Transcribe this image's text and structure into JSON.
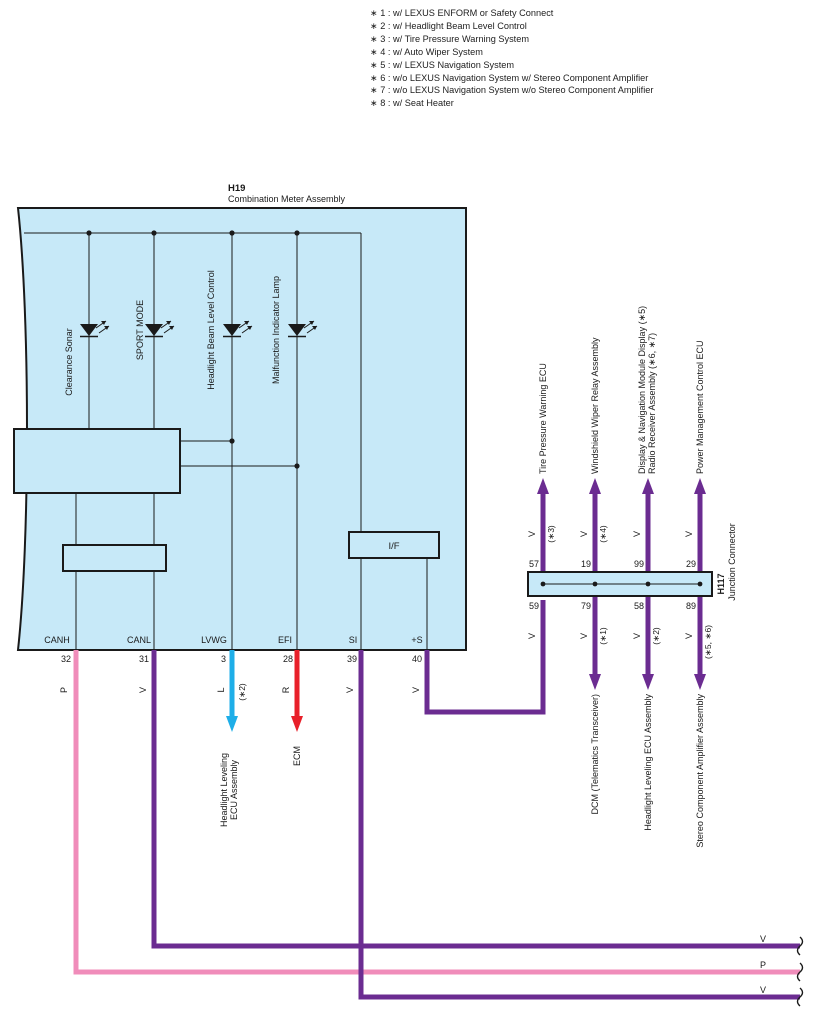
{
  "notes": [
    "∗ 1 : w/ LEXUS ENFORM or Safety Connect",
    "∗ 2 : w/ Headlight Beam Level Control",
    "∗ 3 : w/ Tire Pressure Warning System",
    "∗ 4 : w/ Auto Wiper System",
    "∗ 5 : w/ LEXUS Navigation System",
    "∗ 6 : w/o LEXUS Navigation System w/ Stereo Component Amplifier",
    "∗ 7 : w/o LEXUS Navigation System w/o Stereo Component Amplifier",
    "∗ 8 : w/ Seat Heater"
  ],
  "meter": {
    "id": "H19",
    "name": "Combination Meter Assembly",
    "indicators": [
      "Clearance Sonar",
      "SPORT MODE",
      "Headlight Beam Level Control",
      "Malfunction Indicator Lamp"
    ],
    "if_label": "I/F",
    "pins": [
      {
        "name": "CANH",
        "num": "32",
        "color_code": "P"
      },
      {
        "name": "CANL",
        "num": "31",
        "color_code": "V"
      },
      {
        "name": "LVWG",
        "num": "3",
        "color_code": "L",
        "note": "(∗2)"
      },
      {
        "name": "EFI",
        "num": "28",
        "color_code": "R"
      },
      {
        "name": "SI",
        "num": "39",
        "color_code": "V"
      },
      {
        "name": "+S",
        "num": "40",
        "color_code": "V"
      }
    ]
  },
  "destinations": {
    "lvwg": "Headlight Leveling ECU Assembly",
    "efi": "ECM"
  },
  "junction": {
    "id": "H117",
    "name": "Junction Connector",
    "top": [
      {
        "pin": "57",
        "wire": "V",
        "note": "(∗3)",
        "dest": "Tire Pressure Warning ECU"
      },
      {
        "pin": "19",
        "wire": "V",
        "note": "(∗4)",
        "dest": "Windshield Wiper Relay Assembly"
      },
      {
        "pin": "99",
        "wire": "V",
        "note": "",
        "dest": "Display & Navigation Module Display (∗5) Radio Receiver Assembly (∗6, ∗7)"
      },
      {
        "pin": "29",
        "wire": "V",
        "note": "",
        "dest": "Power Management Control ECU"
      }
    ],
    "bottom": [
      {
        "pin": "59",
        "wire": "V",
        "note": "",
        "dest": ""
      },
      {
        "pin": "79",
        "wire": "V",
        "note": "(∗1)",
        "dest": "DCM (Telematics Transceiver)"
      },
      {
        "pin": "58",
        "wire": "V",
        "note": "(∗2)",
        "dest": "Headlight Leveling ECU Assembly"
      },
      {
        "pin": "89",
        "wire": "V",
        "note": "(∗5, ∗6)",
        "dest": "Stereo Component Amplifier Assembly"
      }
    ]
  },
  "continuation_wires": [
    "V",
    "P",
    "V"
  ],
  "colors": {
    "violet": "#6b2c91",
    "pink": "#f08cba",
    "blue": "#1eaee8",
    "red": "#e8202a",
    "box_fill": "#c7e9f8"
  }
}
